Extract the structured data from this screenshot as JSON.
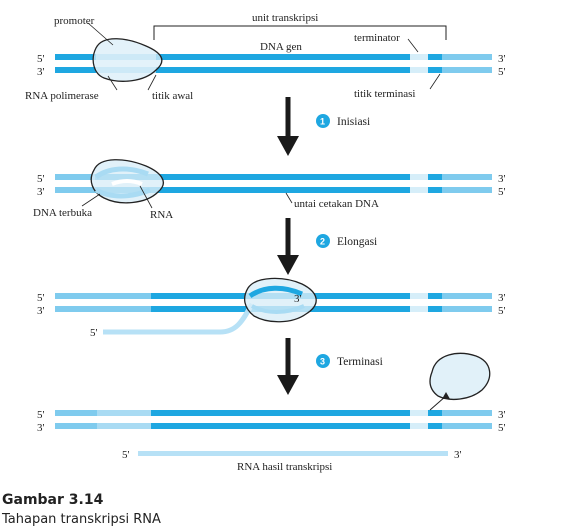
{
  "labels": {
    "unit_transkripsi": "unit transkripsi",
    "promoter": "promoter",
    "dna_gen": "DNA gen",
    "terminator": "terminator",
    "rna_polimerase": "RNA polimerase",
    "titik_awal": "titik awal",
    "titik_terminasi": "titik terminasi",
    "dna_terbuka": "DNA terbuka",
    "rna": "RNA",
    "untai_cetakan": "untai cetakan DNA",
    "rna_hasil": "RNA hasil transkripsi",
    "end_5": "5'",
    "end_3": "3'"
  },
  "steps": [
    {
      "num": "1",
      "label": "Inisiasi"
    },
    {
      "num": "2",
      "label": "Elongasi"
    },
    {
      "num": "3",
      "label": "Terminasi"
    }
  ],
  "caption": {
    "title": "Gambar 3.14",
    "subtitle": "Tahapan transkripsi RNA"
  },
  "colors": {
    "strand": "#1ea7e1",
    "strand_light": "#a9dbf3",
    "rna": "#b7e1f6",
    "polymerase_fill": "#d9eef8",
    "outline": "#222222",
    "arrow": "#1a1a1a",
    "badge": "#1ea7e1"
  }
}
